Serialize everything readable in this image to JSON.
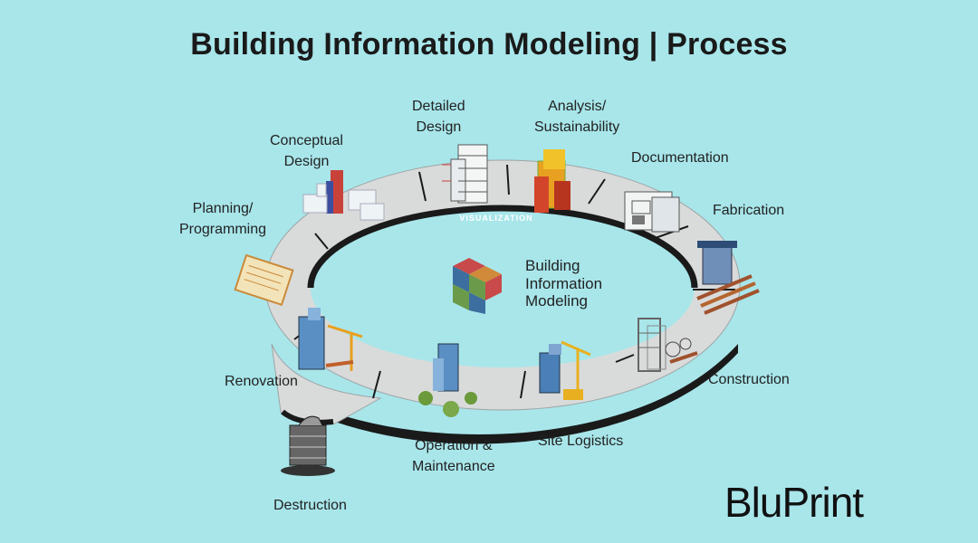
{
  "title": "Building Information Modeling | Process",
  "center": {
    "line1": "Building",
    "line2": "Information",
    "line3": "Modeling"
  },
  "ring_label": "VISUALIZATION",
  "stages": {
    "detailed_design": [
      "Detailed",
      "Design"
    ],
    "analysis": [
      "Analysis/",
      "Sustainability"
    ],
    "conceptual_design": [
      "Conceptual",
      "Design"
    ],
    "documentation": [
      "Documentation"
    ],
    "planning": [
      "Planning/",
      "Programming"
    ],
    "fabrication": [
      "Fabrication"
    ],
    "renovation": [
      "Renovation"
    ],
    "construction": [
      "Construction"
    ],
    "operation": [
      "Operation &",
      "Maintenance"
    ],
    "site_logistics": [
      "Site Logistics"
    ],
    "destruction": [
      "Destruction"
    ]
  },
  "brand": "BluPrint",
  "colors": {
    "background": "#a8e6ea",
    "ring_top": "#d9dbdb",
    "ring_side": "#1a1a1a",
    "logo_red": "#c94a4a",
    "logo_blue": "#3c6e9f",
    "logo_green": "#6b9a4a",
    "logo_orange": "#d08a3a"
  }
}
